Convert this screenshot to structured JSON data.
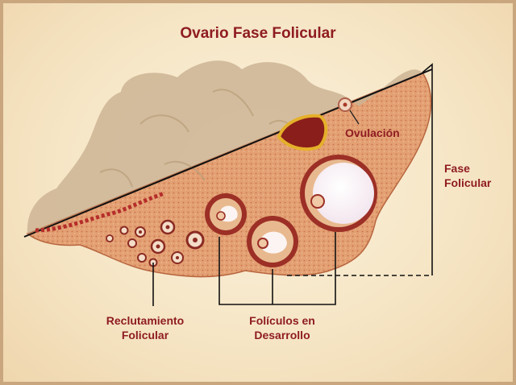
{
  "diagram": {
    "title": "Ovario Fase Folicular",
    "labels": {
      "ovulation": "Ovulación",
      "follicular_phase": "Fase\nFolicular",
      "recruitment": "Reclutamiento\nFolicular",
      "developing_follicles": "Folículos en\nDesarrollo"
    },
    "colors": {
      "text": "#8f1c22",
      "tissue": "#e5a376",
      "follicle_wall": "#a63a28",
      "faded_tissue": "#cdb494",
      "background": "#f6e6c6"
    }
  }
}
